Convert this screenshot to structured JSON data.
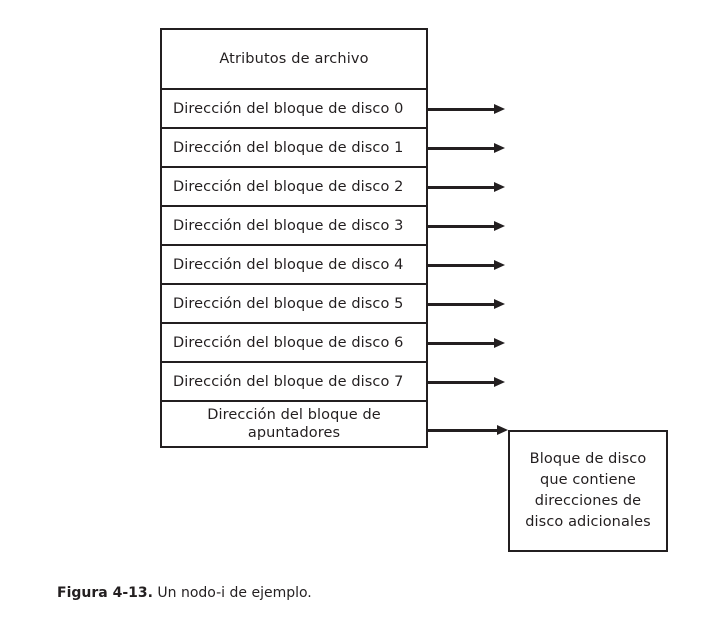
{
  "figure": {
    "caption_label": "Figura 4-13.",
    "caption_text": "Un nodo-i de ejemplo.",
    "line_color": "#231f20",
    "background_color": "#ffffff"
  },
  "inode": {
    "attributes_row": {
      "label": "Atributos de archivo"
    },
    "block_pointers": [
      {
        "label": "Dirección del bloque de disco 0",
        "index": 0
      },
      {
        "label": "Dirección del bloque de disco 1",
        "index": 1
      },
      {
        "label": "Dirección del bloque de disco 2",
        "index": 2
      },
      {
        "label": "Dirección del bloque de disco 3",
        "index": 3
      },
      {
        "label": "Dirección del bloque de disco 4",
        "index": 4
      },
      {
        "label": "Dirección del bloque de disco 5",
        "index": 5
      },
      {
        "label": "Dirección del bloque de disco 6",
        "index": 6
      },
      {
        "label": "Dirección del bloque de disco 7",
        "index": 7
      }
    ],
    "indirect_row": {
      "line1": "Dirección del bloque de",
      "line2": "apuntadores"
    }
  },
  "disk_block": {
    "line1": "Bloque de disco",
    "line2": "que contiene",
    "line3": "direcciones de",
    "line4": "disco adicionales"
  }
}
